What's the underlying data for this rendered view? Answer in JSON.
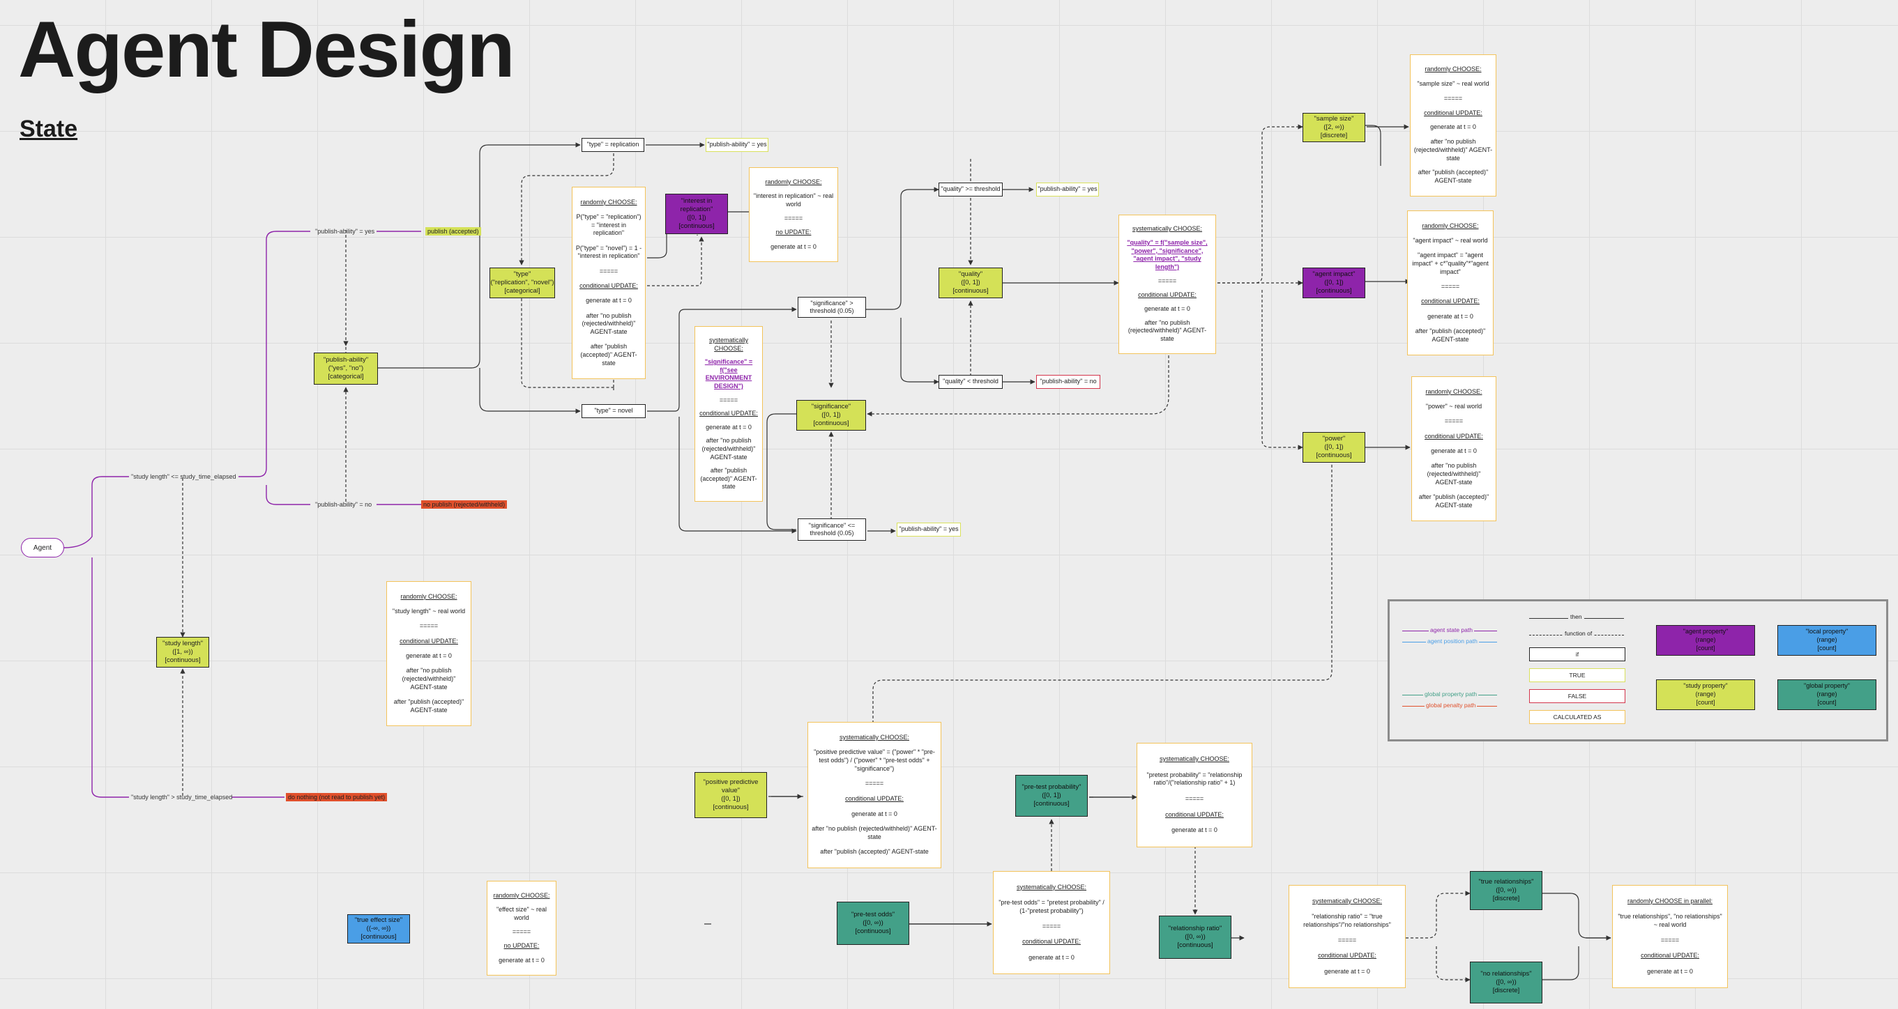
{
  "page": {
    "title": "Agent Design",
    "subtitle": "State"
  },
  "colors": {
    "agent_state_path": "#8e24aa",
    "agent_position_path": "#4a9ee6",
    "global_property_path": "#43a088",
    "global_penalty_path": "#e0502c",
    "agent_property": "#8e24aa",
    "local_property": "#4a9ee6",
    "study_property": "#d4e157",
    "global_property": "#43a088",
    "true_border": "#d9e15c",
    "false_border": "#d3344b",
    "calculated_border": "#f3c35a"
  },
  "agent": {
    "label": "Agent"
  },
  "branches": {
    "study_length_le": "\"study length\" <= study_time_elapsed",
    "study_length_gt": "\"study length\" > study_time_elapsed",
    "publish_yes": "\"publish-ability\" = yes",
    "publish_no": "\"publish-ability\" = no"
  },
  "tags": {
    "publish_accepted": "publish (accepted)",
    "no_publish": "no publish (rejected/withheld)",
    "do_nothing": "do nothing (not read to publish yet)",
    "type_replication_yes": "\"publish-ability\" = yes",
    "quality_yes": "\"publish-ability\" = yes",
    "quality_no": "\"publish-ability\" = no",
    "significance_yes": "\"publish-ability\" = yes"
  },
  "conditions": {
    "type_replication": "\"type\" = replication",
    "type_novel": "\"type\" = novel",
    "quality_ge": "\"quality\" >= threshold",
    "quality_lt": "\"quality\" < threshold",
    "significance_gt": [
      "\"significance\" >",
      "threshold (0.05)"
    ],
    "significance_le": [
      "\"significance\" <=",
      "threshold (0.05)"
    ]
  },
  "nodes": {
    "study_length": [
      "\"study length\"",
      "([1, ∞))",
      "[continuous]"
    ],
    "publish_ability": [
      "\"publish-ability\"",
      "(\"yes\", \"no\")",
      "[categorical]"
    ],
    "type": [
      "\"type\"",
      "(\"replication\", \"novel\")",
      "[categorical]"
    ],
    "interest": [
      "\"interest in",
      "replication\"",
      "([0, 1])",
      "[continuous]"
    ],
    "quality": [
      "\"quality\"",
      "([0, 1])",
      "[continuous]"
    ],
    "significance": [
      "\"significance\"",
      "([0, 1])",
      "[continuous]"
    ],
    "sample_size": [
      "\"sample size\"",
      "([2, ∞))",
      "[discrete]"
    ],
    "agent_impact": [
      "\"agent impact\"",
      "([0, 1])",
      "[continuous]"
    ],
    "power": [
      "\"power\"",
      "([0, 1])",
      "[continuous]"
    ],
    "ppv": [
      "\"positive predictive",
      "value\"",
      "([0, 1])",
      "[continuous]"
    ],
    "pretest_prob": [
      "\"pre-test probability\"",
      "([0, 1])",
      "[continuous]"
    ],
    "pretest_odds": [
      "\"pre-test odds\"",
      "([0, ∞))",
      "[continuous]"
    ],
    "relationship_ratio": [
      "\"relationship ratio\"",
      "([0, ∞))",
      "[continuous]"
    ],
    "true_rel": [
      "\"true relationships\"",
      "([0, ∞))",
      "[discrete]"
    ],
    "no_rel": [
      "\"no relationships\"",
      "([0, ∞))",
      "[discrete]"
    ],
    "effect_size": [
      "\"true effect size\"",
      "((-∞, ∞))",
      "[continuous]"
    ]
  },
  "calcs": {
    "study_length": [
      {
        "t": "randomly CHOOSE:",
        "s": "h"
      },
      {
        "t": "\"study length\" ~ real world"
      },
      {
        "t": "====="
      },
      {
        "t": "conditional UPDATE:",
        "s": "h"
      },
      {
        "t": "generate at t = 0"
      },
      {
        "t": "after \"no publish (rejected/withheld)\" AGENT-state"
      },
      {
        "t": "after \"publish (accepted)\" AGENT-state"
      }
    ],
    "type": [
      {
        "t": "randomly CHOOSE:",
        "s": "h"
      },
      {
        "t": "P(\"type\" = \"replication\") = \"interest in replication\""
      },
      {
        "t": "P(\"type\" = \"novel\") = 1 - \"interest in replication\""
      },
      {
        "t": "====="
      },
      {
        "t": "conditional UPDATE:",
        "s": "h"
      },
      {
        "t": "generate at t = 0"
      },
      {
        "t": "after \"no publish (rejected/withheld)\" AGENT-state"
      },
      {
        "t": "after \"publish (accepted)\" AGENT-state"
      }
    ],
    "interest": [
      {
        "t": "randomly CHOOSE:",
        "s": "h"
      },
      {
        "t": "\"interest in replication\" ~ real world"
      },
      {
        "t": "====="
      },
      {
        "t": "no UPDATE:",
        "s": "h"
      },
      {
        "t": "generate at t = 0"
      }
    ],
    "significance": [
      {
        "t": "systematically CHOOSE:",
        "s": "h"
      },
      {
        "t": "\"significance\" = f(\"see ENVIRONMENT DESIGN\")",
        "s": "hl"
      },
      {
        "t": "====="
      },
      {
        "t": "conditional UPDATE:",
        "s": "h"
      },
      {
        "t": "generate at t = 0"
      },
      {
        "t": "after \"no publish (rejected/withheld)\" AGENT-state"
      },
      {
        "t": "after \"publish (accepted)\" AGENT-state"
      }
    ],
    "quality": [
      {
        "t": "systematically CHOOSE:",
        "s": "h"
      },
      {
        "t": "\"quality\" = f(\"sample size\", \"power\", \"significance\", \"agent impact\", \"study length\")",
        "s": "hl"
      },
      {
        "t": "====="
      },
      {
        "t": "conditional UPDATE:",
        "s": "h"
      },
      {
        "t": "generate at t = 0"
      },
      {
        "t": "after \"no publish (rejected/withheld)\" AGENT-state"
      }
    ],
    "sample_size": [
      {
        "t": "randomly CHOOSE:",
        "s": "h"
      },
      {
        "t": "\"sample size\" ~ real world"
      },
      {
        "t": "====="
      },
      {
        "t": "conditional UPDATE:",
        "s": "h"
      },
      {
        "t": "generate at t = 0"
      },
      {
        "t": "after \"no publish (rejected/withheld)\" AGENT-state"
      },
      {
        "t": "after \"publish (accepted)\" AGENT-state"
      }
    ],
    "agent_impact": [
      {
        "t": "randomly CHOOSE:",
        "s": "h"
      },
      {
        "t": "\"agent impact\" ~ real world"
      },
      {
        "t": "\"agent impact\" = \"agent impact\" + c*\"quality\"*\"agent impact\""
      },
      {
        "t": "====="
      },
      {
        "t": "conditional UPDATE:",
        "s": "h"
      },
      {
        "t": "generate at t = 0"
      },
      {
        "t": "after \"publish (accepted)\" AGENT-state"
      }
    ],
    "power": [
      {
        "t": "randomly CHOOSE:",
        "s": "h"
      },
      {
        "t": "\"power\" ~ real world"
      },
      {
        "t": "====="
      },
      {
        "t": "conditional UPDATE:",
        "s": "h"
      },
      {
        "t": "generate at t = 0"
      },
      {
        "t": "after \"no publish (rejected/withheld)\" AGENT-state"
      },
      {
        "t": "after \"publish (accepted)\" AGENT-state"
      }
    ],
    "ppv": [
      {
        "t": "systematically CHOOSE:",
        "s": "h"
      },
      {
        "t": "\"positive predictive value\" = (\"power\" * \"pre-test odds\") / (\"power\" * \"pre-test odds\" + \"significance\")"
      },
      {
        "t": "====="
      },
      {
        "t": "conditional UPDATE:",
        "s": "h"
      },
      {
        "t": "generate at t = 0"
      },
      {
        "t": "after \"no publish (rejected/withheld)\" AGENT-state"
      },
      {
        "t": "after \"publish (accepted)\" AGENT-state"
      }
    ],
    "pretest_odds": [
      {
        "t": "systematically CHOOSE:",
        "s": "h"
      },
      {
        "t": "\"pre-test odds\" = \"pretest probability\" / (1-\"pretest probability\")"
      },
      {
        "t": "====="
      },
      {
        "t": "conditional UPDATE:",
        "s": "h"
      },
      {
        "t": "generate at t = 0"
      }
    ],
    "pretest_prob": [
      {
        "t": "systematically CHOOSE:",
        "s": "h"
      },
      {
        "t": "\"pretest probability\" = \"relationship ratio\"/(\"relationship ratio\" + 1)"
      },
      {
        "t": "====="
      },
      {
        "t": "conditional UPDATE:",
        "s": "h"
      },
      {
        "t": "generate at t = 0"
      }
    ],
    "relationship_ratio": [
      {
        "t": "systematically CHOOSE:",
        "s": "h"
      },
      {
        "t": "\"relationship ratio\" = \"true relationships\"/\"no relationships\""
      },
      {
        "t": "====="
      },
      {
        "t": "conditional UPDATE:",
        "s": "h"
      },
      {
        "t": "generate at t = 0"
      }
    ],
    "relationships": [
      {
        "t": "randomly CHOOSE in parallel:",
        "s": "h"
      },
      {
        "t": "\"true relationships\", \"no relationships\" ~ real world"
      },
      {
        "t": "====="
      },
      {
        "t": "conditional UPDATE:",
        "s": "h"
      },
      {
        "t": "generate at t = 0"
      }
    ],
    "effect_size": [
      {
        "t": "randomly CHOOSE:",
        "s": "h"
      },
      {
        "t": "\"effect size\" ~ real world"
      },
      {
        "t": "====="
      },
      {
        "t": "no UPDATE:",
        "s": "h"
      },
      {
        "t": "generate at t = 0"
      }
    ]
  },
  "legend": {
    "agent_state_path": "agent state path",
    "agent_position_path": "agent position path",
    "global_property_path": "global property path",
    "global_penalty_path": "global penalty path",
    "then": "then",
    "function_of": "function of",
    "if": "if",
    "true": "TRUE",
    "false": "FALSE",
    "calculated_as": "CALCULATED AS",
    "agent_property": [
      "\"agent property\"",
      "(range)",
      "[count]"
    ],
    "local_property": [
      "\"local property\"",
      "(range)",
      "[count]"
    ],
    "study_property": [
      "\"study property\"",
      "(range)",
      "[count]"
    ],
    "global_property": [
      "\"global property\"",
      "(range)",
      "[count]"
    ]
  }
}
